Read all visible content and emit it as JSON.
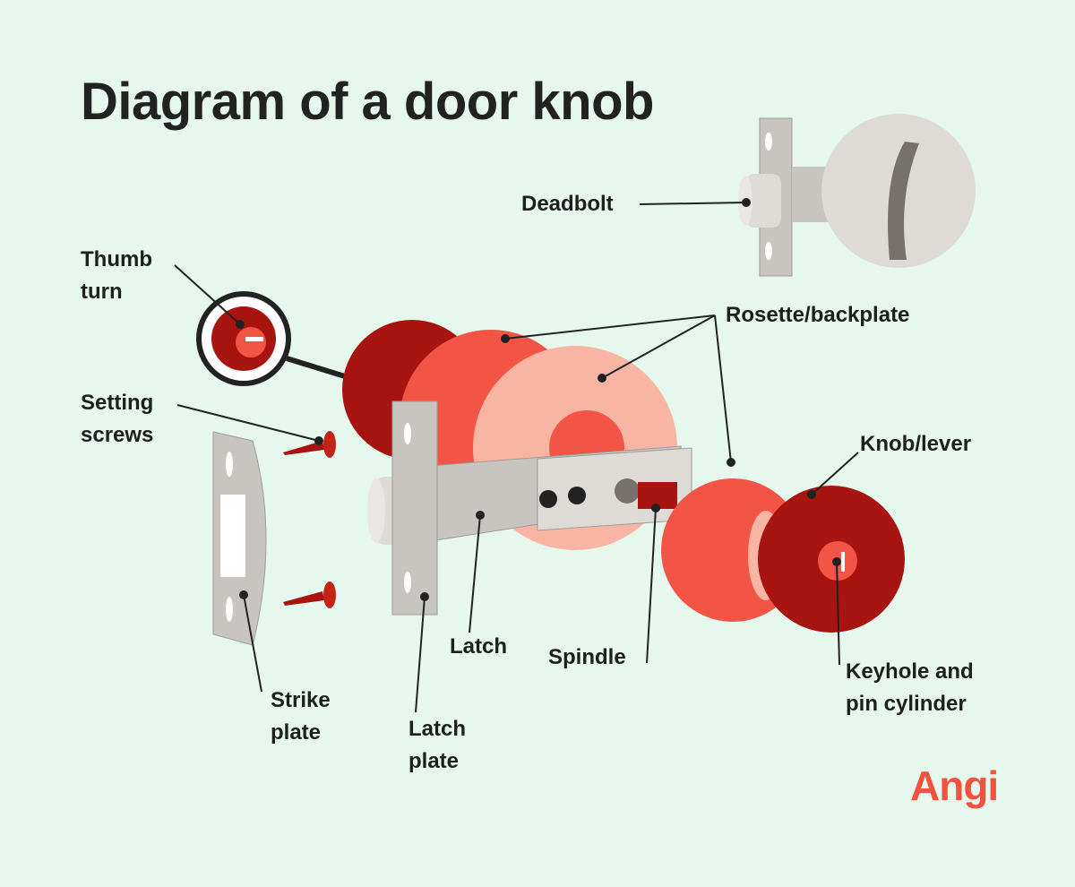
{
  "title": "Diagram of a door knob",
  "labels": {
    "deadbolt": "Deadbolt",
    "thumb_turn": [
      "Thumb",
      "turn"
    ],
    "rosette": "Rosette/backplate",
    "setting_screws": [
      "Setting",
      "screws"
    ],
    "knob_lever": "Knob/lever",
    "latch": "Latch",
    "spindle": "Spindle",
    "keyhole": [
      "Keyhole and",
      "pin cylinder"
    ],
    "strike_plate": [
      "Strike",
      "plate"
    ],
    "latch_plate": [
      "Latch",
      "plate"
    ]
  },
  "logo": "Angi",
  "colors": {
    "background": "#e6f8ee",
    "dark_red": "#a8140f",
    "coral": "#f25546",
    "light_coral": "#f9b5a4",
    "metal": "#c8c5c1",
    "metal_dark": "#9e9b98",
    "brand": "#f0543f"
  }
}
